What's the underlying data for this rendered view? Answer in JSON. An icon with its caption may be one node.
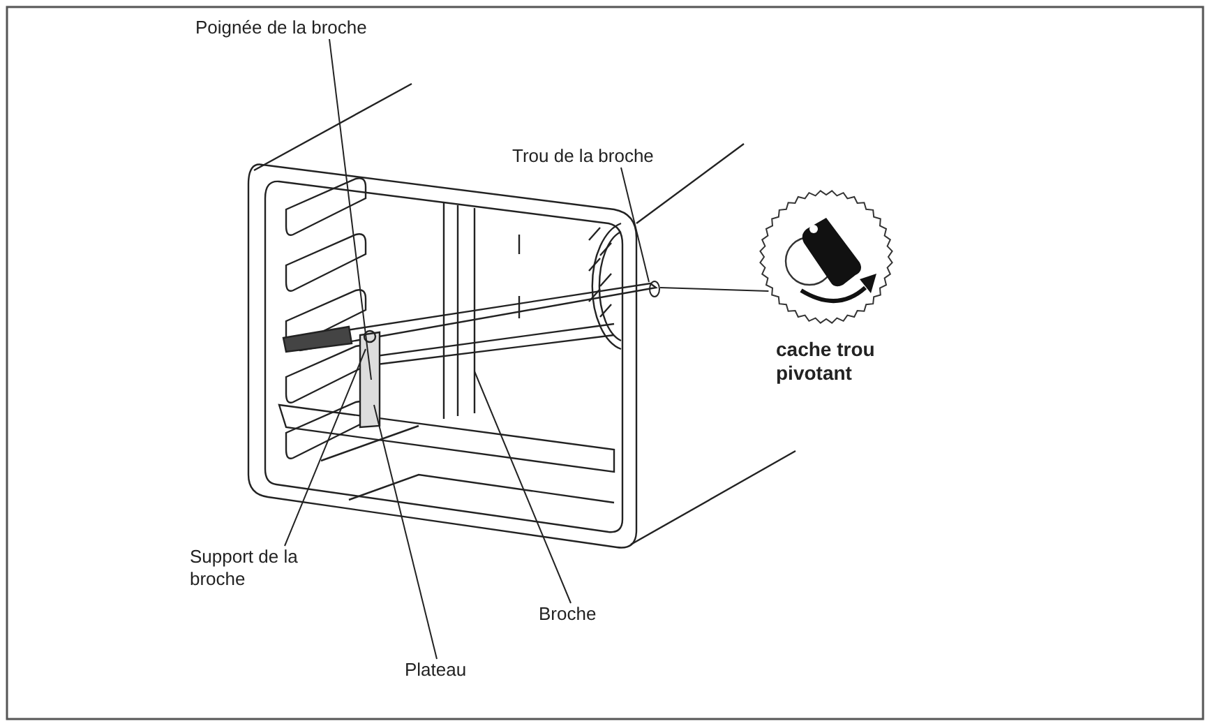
{
  "diagram": {
    "nodes": [
      {
        "text": [
          "Poignée de la broche"
        ]
      },
      {
        "text": [
          "Trou de la broche"
        ]
      },
      {
        "text": [],
        "shape": "circle"
      },
      {
        "text": [
          "cache trou pivotant"
        ]
      },
      {
        "text": [
          "Support de la broche"
        ]
      },
      {
        "text": [
          "Broche"
        ]
      },
      {
        "text": [
          "Plateau"
        ]
      }
    ],
    "edges": [
      {
        "from": 0,
        "to": null,
        "arrow": "none"
      },
      {
        "from": 1,
        "to": 2,
        "arrow": "none"
      },
      {
        "from": 2,
        "to": 3,
        "arrow": "none"
      },
      {
        "from": 4,
        "to": null,
        "arrow": "none"
      },
      {
        "from": 5,
        "to": null,
        "arrow": "none"
      },
      {
        "from": 6,
        "to": null,
        "arrow": "none"
      }
    ]
  }
}
